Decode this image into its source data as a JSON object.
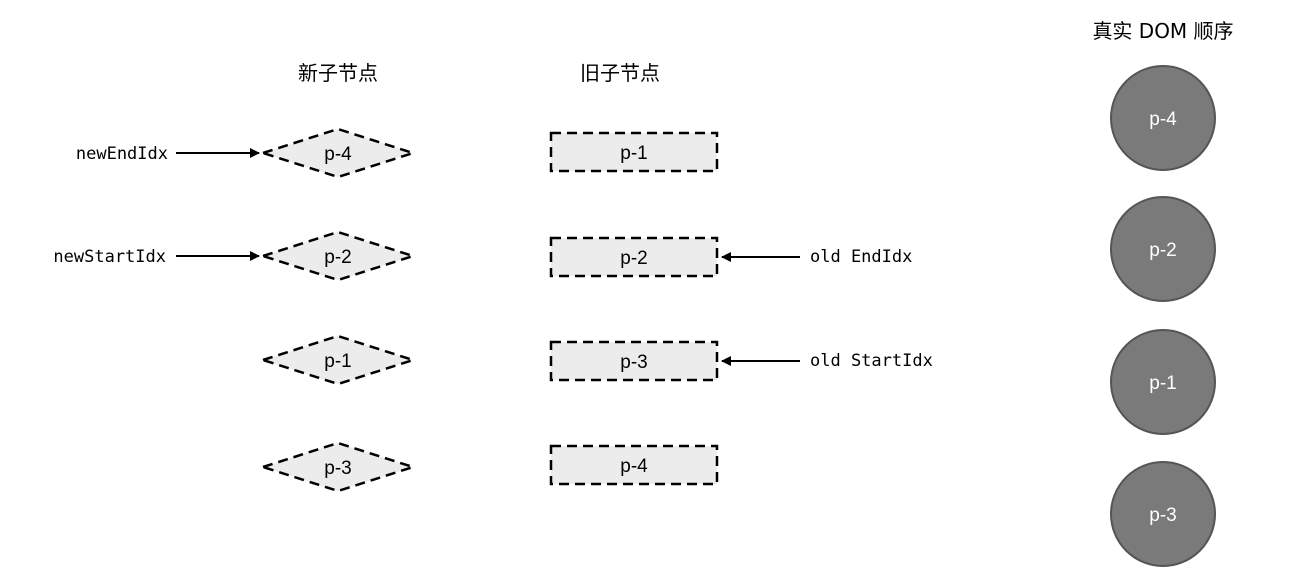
{
  "headings": {
    "new": "新子节点",
    "old": "旧子节点",
    "dom": "真实 DOM 顺序"
  },
  "new_nodes": [
    "p-4",
    "p-2",
    "p-1",
    "p-3"
  ],
  "old_nodes": [
    "p-1",
    "p-2",
    "p-3",
    "p-4"
  ],
  "dom_nodes": [
    "p-4",
    "p-2",
    "p-1",
    "p-3"
  ],
  "pointers": {
    "new_end": "newEndIdx",
    "new_start": "newStartIdx",
    "old_end": "old EndIdx",
    "old_start": "old StartIdx"
  },
  "colors": {
    "node_fill": "#ececec",
    "stroke": "#000000",
    "dom_fill": "#7a7a7a",
    "dom_stroke": "#555555"
  }
}
